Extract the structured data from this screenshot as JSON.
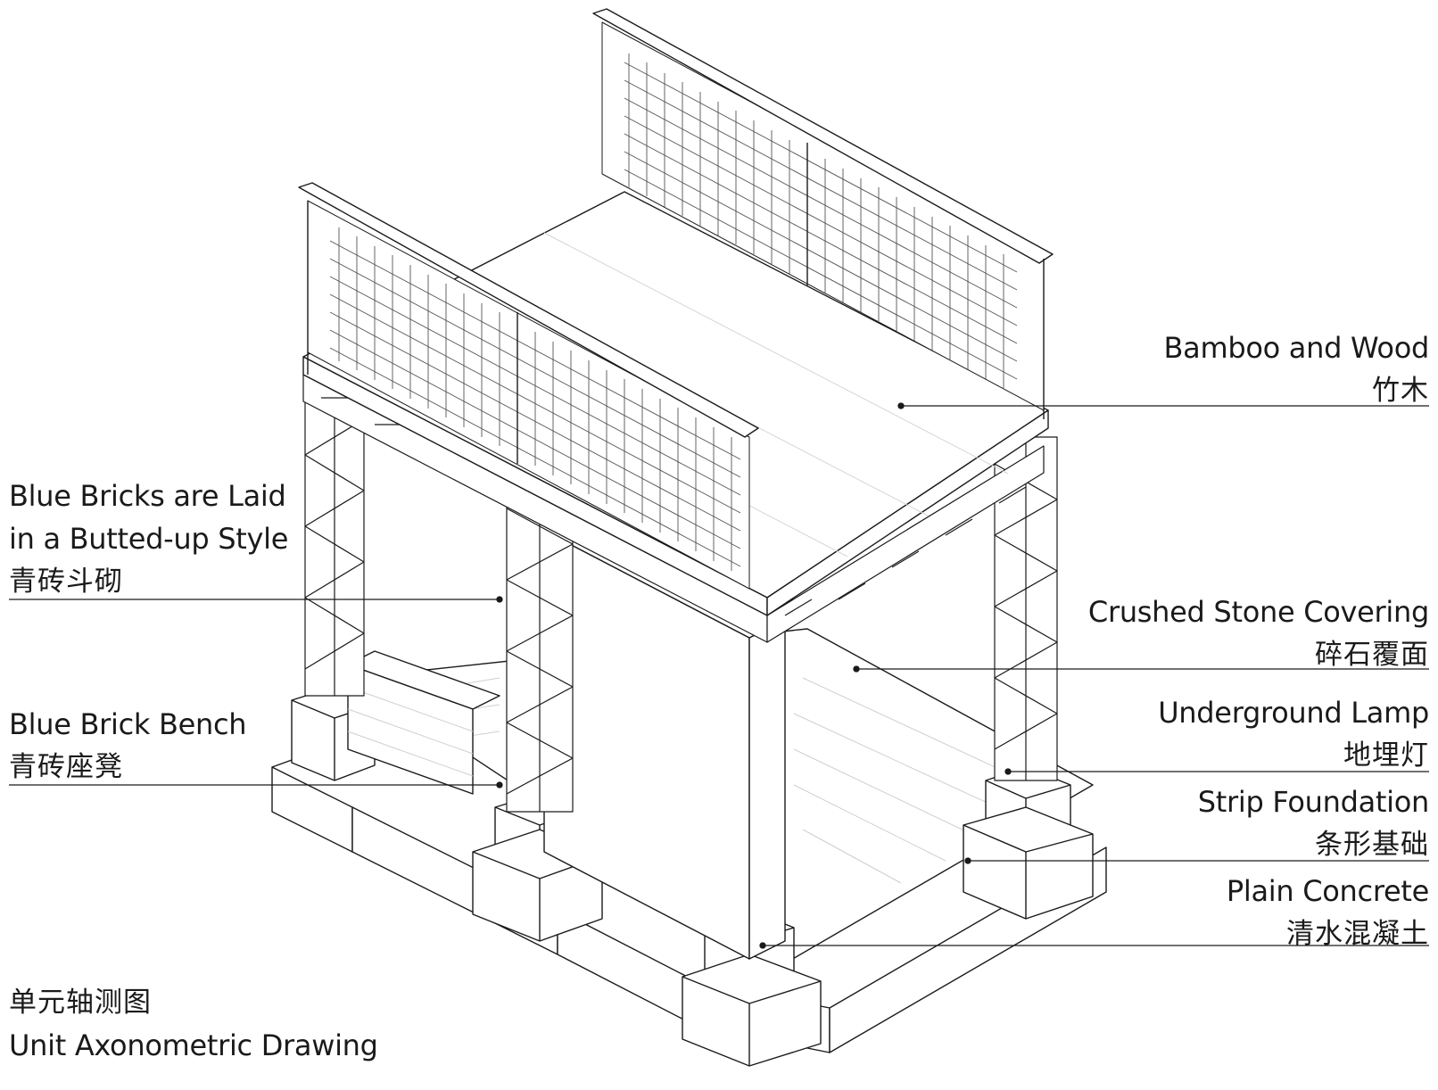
{
  "callouts": {
    "bamboo_wood": {
      "en": "Bamboo and Wood",
      "cn": "竹木"
    },
    "crushed_stone": {
      "en": "Crushed Stone Covering",
      "cn": "碎石覆面"
    },
    "underground_lamp": {
      "en": "Underground Lamp",
      "cn": "地埋灯"
    },
    "strip_foundation": {
      "en": "Strip Foundation",
      "cn": "条形基础"
    },
    "plain_concrete": {
      "en": "Plain Concrete",
      "cn": "清水混凝土"
    },
    "blue_bricks_laid": {
      "en_line1": "Blue Bricks are Laid",
      "en_line2": "in a Butted-up Style",
      "cn": "青砖斗砌"
    },
    "blue_brick_bench": {
      "en": "Blue Brick Bench",
      "cn": "青砖座凳"
    }
  },
  "caption": {
    "cn": "单元轴测图",
    "en": "Unit Axonometric Drawing"
  },
  "colors": {
    "ink": "#1a1a1a",
    "background": "#ffffff"
  }
}
